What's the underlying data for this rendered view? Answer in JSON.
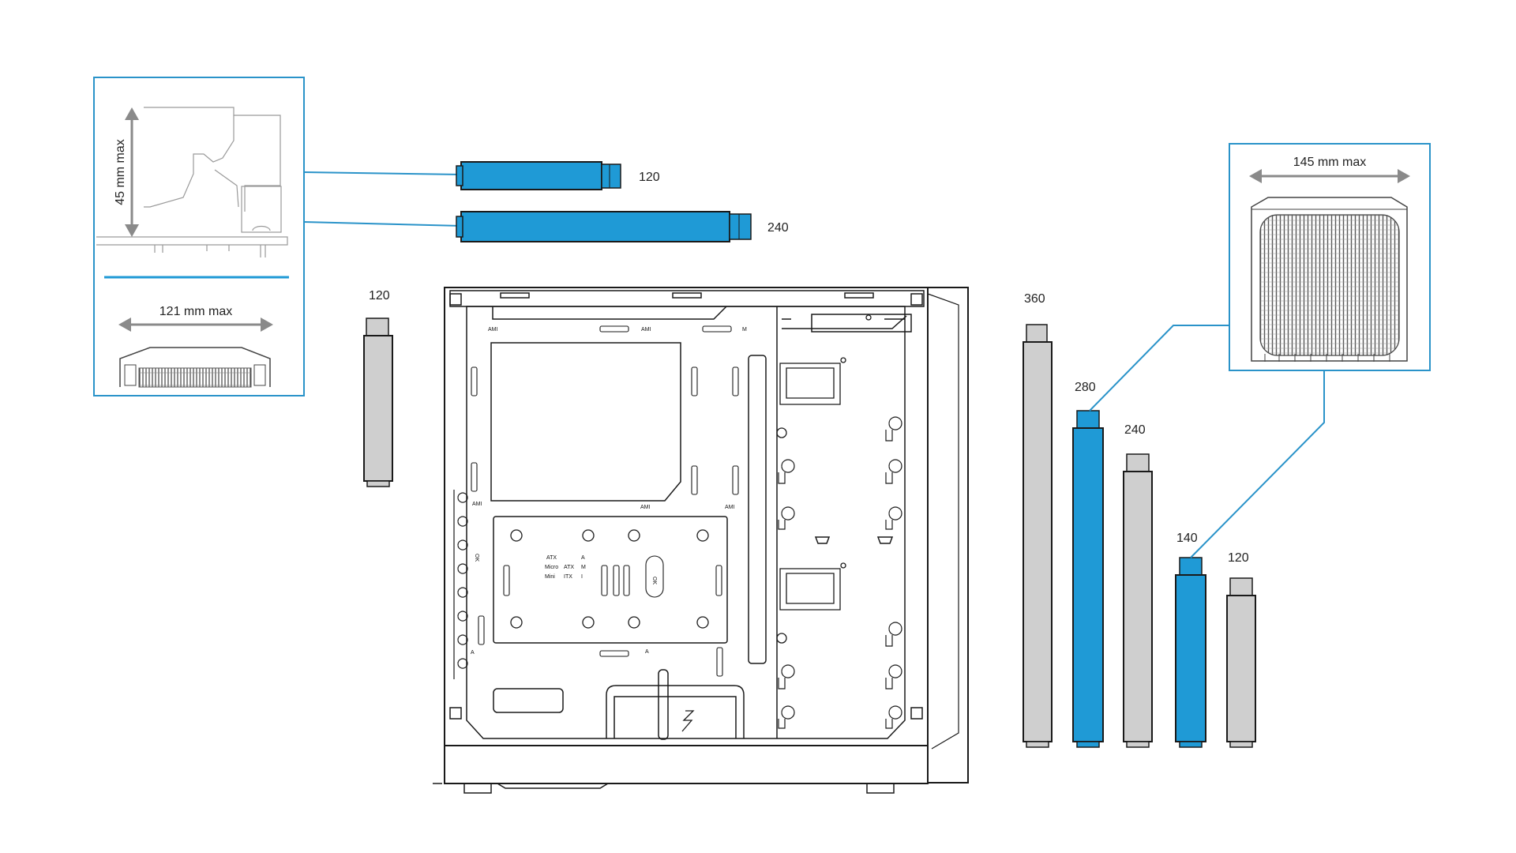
{
  "diagram": {
    "colors": {
      "accent_blue": "#1f9ad6",
      "callout_border": "#2a93c9",
      "radiator_grey": "#cfcfcf",
      "outline": "#1a1a1a",
      "arrow_grey": "#8a8a8a"
    },
    "top_radiators": [
      {
        "label": "120"
      },
      {
        "label": "240"
      }
    ],
    "side_radiator_label": "120",
    "front_radiators": [
      {
        "label": "360",
        "highlighted": false
      },
      {
        "label": "280",
        "highlighted": true
      },
      {
        "label": "240",
        "highlighted": false
      },
      {
        "label": "140",
        "highlighted": true
      },
      {
        "label": "120",
        "highlighted": false
      }
    ],
    "callout_left": {
      "height_dim": "45 mm max",
      "width_dim": "121 mm max"
    },
    "callout_right": {
      "width_dim": "145 mm max"
    },
    "case_markings": {
      "atx": "ATX",
      "micro": "Micro",
      "mini": "Mini",
      "atx2": "ATX",
      "itx": "ITX",
      "a": "A",
      "m": "M",
      "i": "I",
      "amx": "AMI",
      "ok": "OK"
    }
  }
}
